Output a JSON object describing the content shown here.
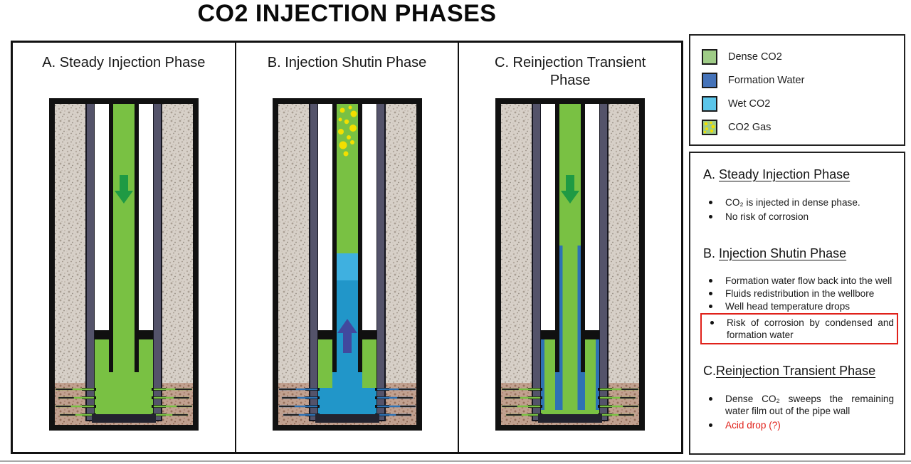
{
  "title": "CO2 INJECTION PHASES",
  "panels": [
    {
      "label": "A. Steady Injection Phase"
    },
    {
      "label": "B. Injection Shutin Phase"
    },
    {
      "label": "C. Reinjection Transient Phase"
    }
  ],
  "legend": {
    "items": [
      {
        "name": "dense-co2",
        "label": "Dense CO2",
        "color": "#9FCC87"
      },
      {
        "name": "formation-water",
        "label": "Formation Water",
        "color": "#4573B9"
      },
      {
        "name": "wet-co2",
        "label": "Wet CO2",
        "color": "#5CC6EA"
      },
      {
        "name": "co2-gas",
        "label": "CO2 Gas",
        "color": "#9FCC87",
        "dot_color": "#F2DF00"
      }
    ]
  },
  "notes": {
    "sections": [
      {
        "prefix": "A.",
        "heading": "Steady Injection Phase",
        "bullets": [
          {
            "text": "CO₂ is injected in dense phase."
          },
          {
            "text": "No risk of corrosion"
          }
        ]
      },
      {
        "prefix": "B.",
        "heading": "Injection Shutin Phase",
        "bullets": [
          {
            "text": "Formation water flow back into the well"
          },
          {
            "text": "Fluids redistribution in the wellbore"
          },
          {
            "text": "Well head temperature drops"
          },
          {
            "text": "Risk of corrosion by condensed and formation water"
          }
        ]
      },
      {
        "prefix": "C.",
        "heading": "Reinjection Transient Phase",
        "bullets": [
          {
            "text": "Dense CO₂ sweeps the remaining water film out of the pipe wall"
          },
          {
            "text": "Acid drop (?)"
          }
        ]
      }
    ]
  },
  "colors": {
    "dense_co2_diagram": "#79C143",
    "dense_co2_legend": "#9FCC87",
    "formation_water_legend": "#4573B9",
    "wet_co2_legend": "#5CC6EA",
    "formation_water_diagram": "#2196C9",
    "wet_co2_diagram": "#3FB0E0",
    "co2_gas_dot": "#F2DF00",
    "arrow_green": "#1F9A44",
    "arrow_blue": "#41499E",
    "water_film": "#2E72B4",
    "casing": "#54536A",
    "rock": "#D7D0C8",
    "reservoir": "#C1A190",
    "highlight_red": "#E0211A"
  }
}
